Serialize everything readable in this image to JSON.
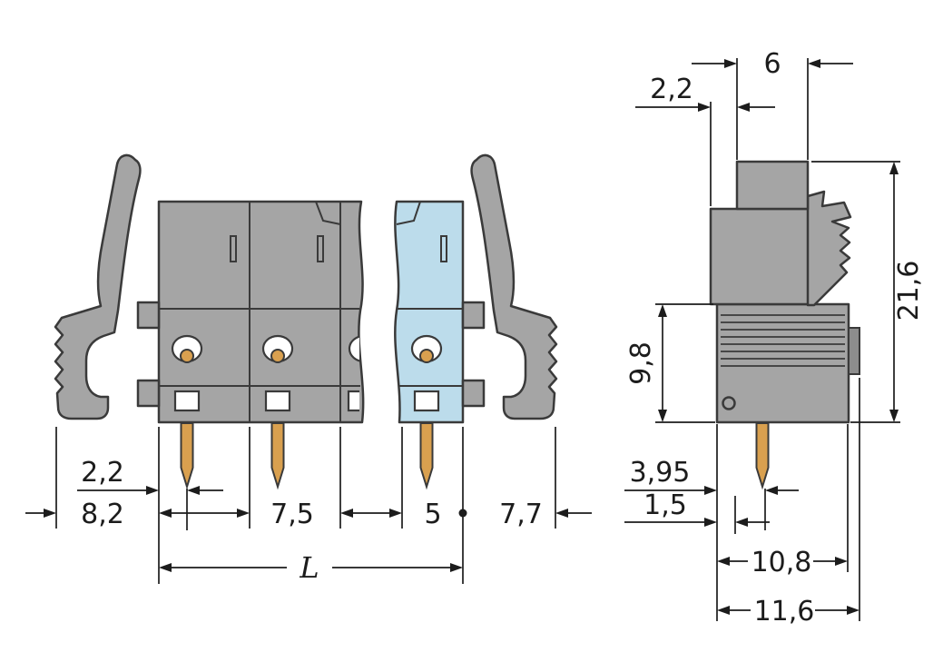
{
  "colors": {
    "background": "#ffffff",
    "body": "#a5a5a5",
    "highlight": "#bcdceb",
    "pin": "#d9a04f",
    "outline": "#3a3a3a",
    "dim": "#1c1c1c",
    "hole": "#ffffff",
    "tab_dark": "#8d8d8d"
  },
  "drawing": {
    "front": {
      "dims": {
        "d22": "2,2",
        "d82": "8,2",
        "d75": "7,5",
        "d5": "5",
        "d77": "7,7",
        "dL": "L"
      }
    },
    "side": {
      "dims": {
        "d22": "2,2",
        "d6": "6",
        "d216": "21,6",
        "d98": "9,8",
        "d395": "3,95",
        "d15": "1,5",
        "d108": "10,8",
        "d116": "11,6"
      }
    }
  }
}
